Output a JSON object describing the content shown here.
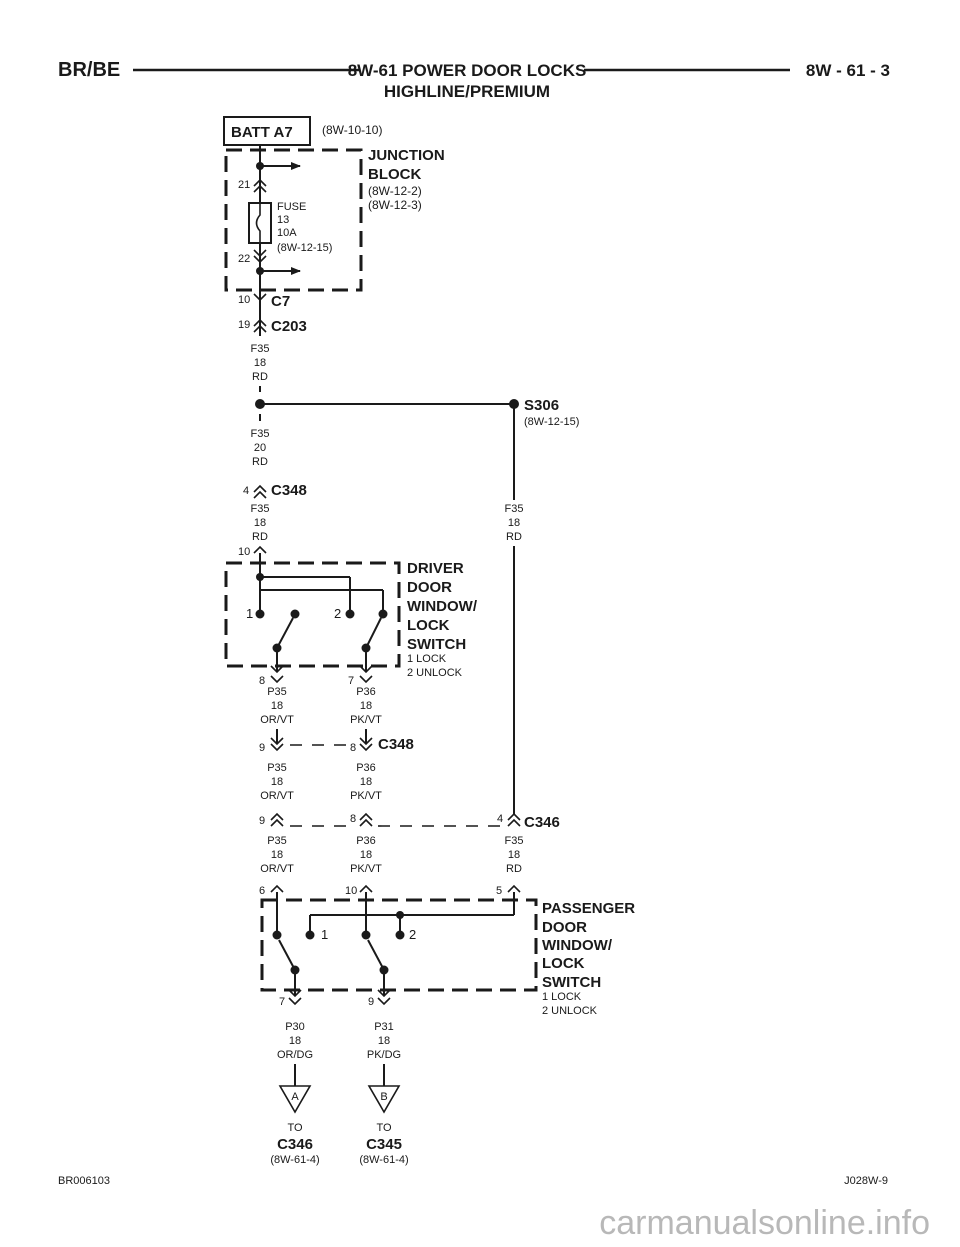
{
  "header": {
    "left": "BR/BE",
    "title": "8W-61 POWER DOOR LOCKS",
    "subtitle": "HIGHLINE/PREMIUM",
    "right": "8W - 61 - 3"
  },
  "footer": {
    "left": "BR006103",
    "right": "J028W-9"
  },
  "watermark": "carmanualsonline.info",
  "battery": {
    "label": "BATT A7",
    "ref": "(8W-10-10)"
  },
  "junction_block": {
    "title_line1": "JUNCTION",
    "title_line2": "BLOCK",
    "ref1": "(8W-12-2)",
    "ref2": "(8W-12-3)",
    "pin_top": "21",
    "pin_bottom": "22",
    "fuse_line1": "FUSE",
    "fuse_line2": "13",
    "fuse_line3": "10A",
    "fuse_line4": "(8W-12-15)"
  },
  "connectors": {
    "c7": {
      "pin": "10",
      "name": "C7"
    },
    "c203": {
      "pin": "19",
      "name": "C203"
    },
    "c348_top": {
      "pin": "4",
      "name": "C348"
    },
    "c348_mid": {
      "pin_left": "9",
      "pin_right": "8",
      "name": "C348"
    },
    "c346": {
      "pin_left": "9",
      "pin_mid": "8",
      "pin_right": "4",
      "name": "C346"
    }
  },
  "splice": {
    "name": "S306",
    "ref": "(8W-12-15)"
  },
  "wires": {
    "f35_a": {
      "code": "F35",
      "gauge": "18",
      "color": "RD"
    },
    "f35_b": {
      "code": "F35",
      "gauge": "20",
      "color": "RD"
    },
    "f35_c": {
      "code": "F35",
      "gauge": "18",
      "color": "RD"
    },
    "f35_d": {
      "code": "F35",
      "gauge": "18",
      "color": "RD"
    },
    "f35_e": {
      "code": "F35",
      "gauge": "18",
      "color": "RD"
    },
    "p35_a": {
      "code": "P35",
      "gauge": "18",
      "color": "OR/VT"
    },
    "p36_a": {
      "code": "P36",
      "gauge": "18",
      "color": "PK/VT"
    },
    "p35_b": {
      "code": "P35",
      "gauge": "18",
      "color": "OR/VT"
    },
    "p36_b": {
      "code": "P36",
      "gauge": "18",
      "color": "PK/VT"
    },
    "p35_c": {
      "code": "P35",
      "gauge": "18",
      "color": "OR/VT"
    },
    "p36_c": {
      "code": "P36",
      "gauge": "18",
      "color": "PK/VT"
    },
    "p30": {
      "code": "P30",
      "gauge": "18",
      "color": "OR/DG"
    },
    "p31": {
      "code": "P31",
      "gauge": "18",
      "color": "PK/DG"
    }
  },
  "driver_switch": {
    "line1": "DRIVER",
    "line2": "DOOR",
    "line3": "WINDOW/",
    "line4": "LOCK",
    "line5": "SWITCH",
    "legend1": "1 LOCK",
    "legend2": "2 UNLOCK",
    "pin_top": "10",
    "pin_left": "8",
    "pin_right": "7",
    "pos1": "1",
    "pos2": "2"
  },
  "passenger_switch": {
    "line1": "PASSENGER",
    "line2": "DOOR",
    "line3": "WINDOW/",
    "line4": "LOCK",
    "line5": "SWITCH",
    "legend1": "1 LOCK",
    "legend2": "2 UNLOCK",
    "pin_top_left": "6",
    "pin_top_mid": "10",
    "pin_top_right": "5",
    "pin_bot_left": "7",
    "pin_bot_right": "9",
    "pos1": "1",
    "pos2": "2"
  },
  "refs": {
    "a": {
      "letter": "A",
      "to": "TO",
      "conn": "C346",
      "ref": "(8W-61-4)"
    },
    "b": {
      "letter": "B",
      "to": "TO",
      "conn": "C345",
      "ref": "(8W-61-4)"
    }
  }
}
